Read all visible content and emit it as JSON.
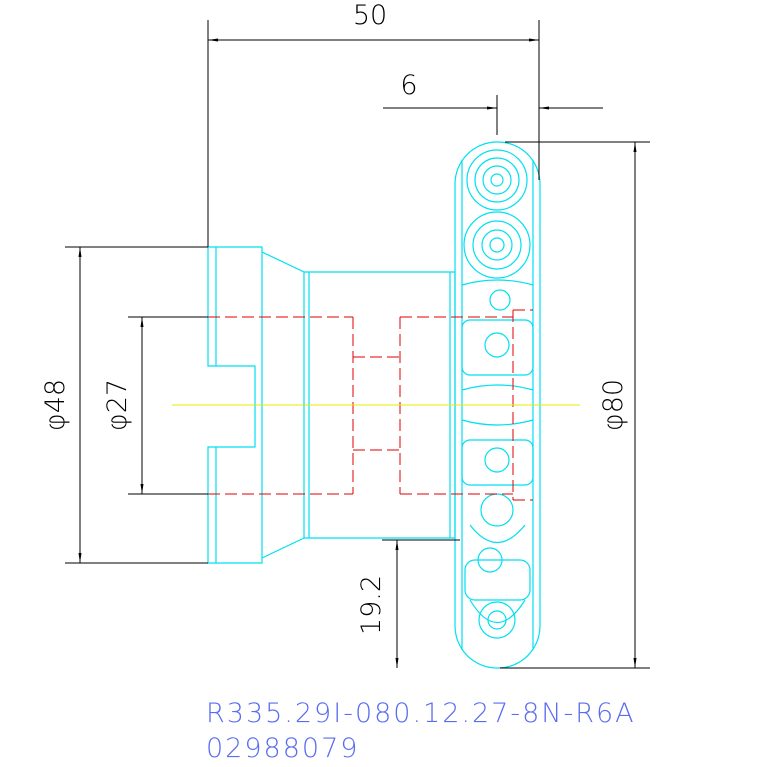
{
  "dimensions": {
    "overall_length": "50",
    "insert_offset": "6",
    "flange_diameter": "φ48",
    "bore_diameter": "φ27",
    "cutter_diameter": "φ80",
    "body_height": "19.2"
  },
  "labels": {
    "part_number": "R335.29I-080.12.27-8N-R6A",
    "order_code": "02988079"
  },
  "colors": {
    "outline": "#00e0f0",
    "hidden_lines": "#e00000",
    "centerline": "#e8e800",
    "dimension": "#000000",
    "label": "#5a6cf0"
  }
}
